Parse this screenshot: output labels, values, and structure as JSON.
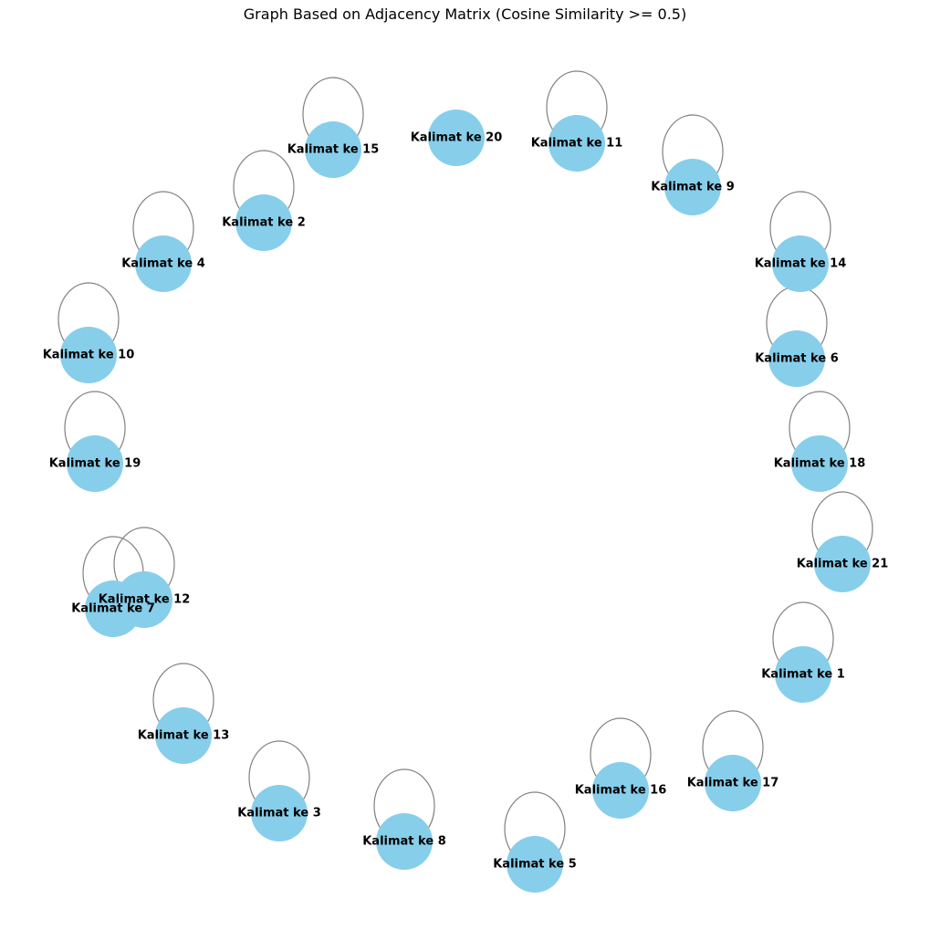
{
  "title": "Graph Based on Adjacency Matrix (Cosine Similarity >= 0.5)",
  "colors": {
    "node": "#87ceeb",
    "edge": "#808080",
    "label": "#000000"
  },
  "nodes": [
    {
      "id": "n1",
      "label": "Kalimat ke 1",
      "self_loop": true
    },
    {
      "id": "n2",
      "label": "Kalimat ke 2",
      "self_loop": true
    },
    {
      "id": "n3",
      "label": "Kalimat ke 3",
      "self_loop": true
    },
    {
      "id": "n4",
      "label": "Kalimat ke 4",
      "self_loop": true
    },
    {
      "id": "n5",
      "label": "Kalimat ke 5",
      "self_loop": true
    },
    {
      "id": "n6",
      "label": "Kalimat ke 6",
      "self_loop": true
    },
    {
      "id": "n7",
      "label": "Kalimat ke 7",
      "self_loop": true
    },
    {
      "id": "n8",
      "label": "Kalimat ke 8",
      "self_loop": true
    },
    {
      "id": "n9",
      "label": "Kalimat ke 9",
      "self_loop": true
    },
    {
      "id": "n10",
      "label": "Kalimat ke 10",
      "self_loop": true
    },
    {
      "id": "n11",
      "label": "Kalimat ke 11",
      "self_loop": true
    },
    {
      "id": "n12",
      "label": "Kalimat ke 12",
      "self_loop": true
    },
    {
      "id": "n13",
      "label": "Kalimat ke 13",
      "self_loop": true
    },
    {
      "id": "n14",
      "label": "Kalimat ke 14",
      "self_loop": true
    },
    {
      "id": "n15",
      "label": "Kalimat ke 15",
      "self_loop": true
    },
    {
      "id": "n16",
      "label": "Kalimat ke 16",
      "self_loop": true
    },
    {
      "id": "n17",
      "label": "Kalimat ke 17",
      "self_loop": true
    },
    {
      "id": "n18",
      "label": "Kalimat ke 18",
      "self_loop": true
    },
    {
      "id": "n19",
      "label": "Kalimat ke 19",
      "self_loop": true
    },
    {
      "id": "n20",
      "label": "Kalimat ke 20",
      "self_loop": false
    },
    {
      "id": "n21",
      "label": "Kalimat ke 21",
      "self_loop": true
    }
  ]
}
